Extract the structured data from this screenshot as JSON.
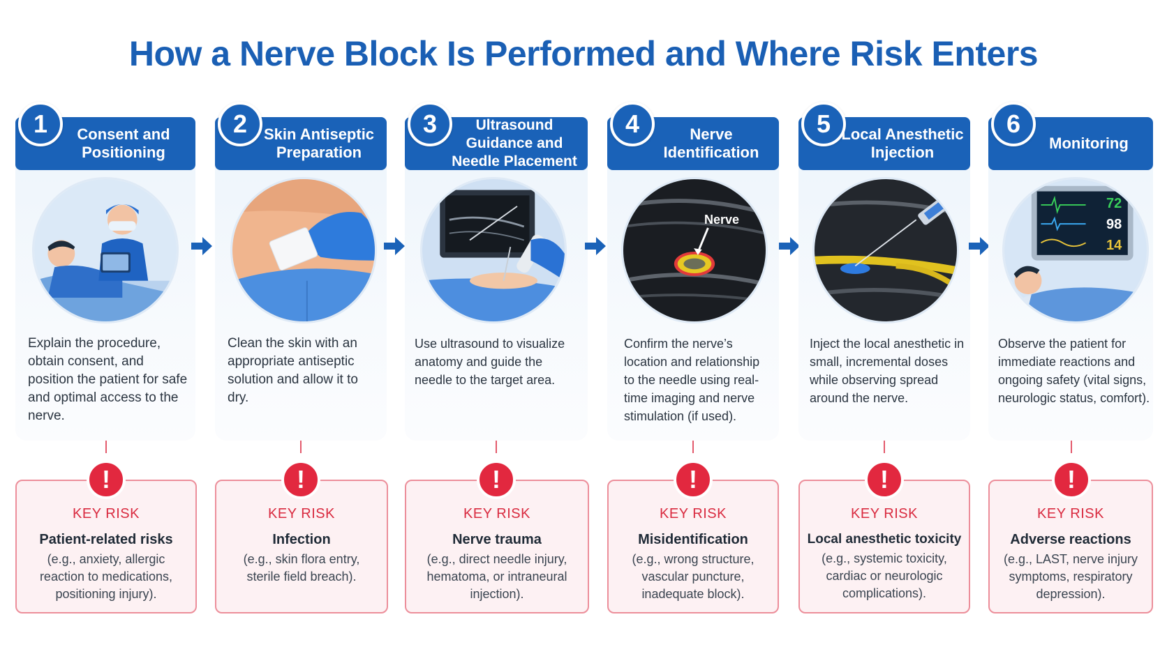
{
  "title": "How a Nerve Block Is Performed and Where Risk Enters",
  "colors": {
    "primary": "#1a62b8",
    "risk": "#e2283f",
    "risk_border": "#ec8e9a"
  },
  "steps": [
    {
      "number": "1",
      "title": "Consent and Positioning",
      "icon": "clinician-with-patient-icon",
      "description": "Explain the procedure, obtain consent, and position the patient for safe and optimal access to the nerve.",
      "risk_label": "KEY RISK",
      "risk_title": "Patient-related risks",
      "risk_text": "(e.g., anxiety, allergic reaction to medications, positioning injury)."
    },
    {
      "number": "2",
      "title": "Skin Antiseptic Preparation",
      "icon": "antiseptic-swab-icon",
      "description": "Clean the skin with an appropriate antiseptic solution and allow it to dry.",
      "risk_label": "KEY RISK",
      "risk_title": "Infection",
      "risk_text": "(e.g., skin flora entry, sterile field breach)."
    },
    {
      "number": "3",
      "title": "Ultrasound Guidance and Needle Placement",
      "icon": "ultrasound-probe-icon",
      "description": "Use ultrasound to visualize anatomy and guide the needle to the target area.",
      "risk_label": "KEY RISK",
      "risk_title": "Nerve trauma",
      "risk_text": "(e.g., direct needle injury, hematoma, or intraneural injection)."
    },
    {
      "number": "4",
      "title": "Nerve Identification",
      "icon": "ultrasound-nerve-icon",
      "image_label": "Nerve",
      "description": "Confirm the nerve’s location and relationship to the needle using real-time imaging and nerve stimulation (if used).",
      "risk_label": "KEY RISK",
      "risk_title": "Misidentification",
      "risk_text": "(e.g., wrong structure, vascular puncture, inadequate block)."
    },
    {
      "number": "5",
      "title": "Local Anesthetic Injection",
      "icon": "syringe-injection-icon",
      "description": "Inject the local anesthetic in small, incremental doses while observing spread around the nerve.",
      "risk_label": "KEY RISK",
      "risk_title": "Local anesthetic toxicity",
      "risk_text": "(e.g., systemic toxicity, cardiac or neurologic complications)."
    },
    {
      "number": "6",
      "title": "Monitoring",
      "icon": "vital-signs-monitor-icon",
      "monitor_values": [
        "72",
        "98",
        "14"
      ],
      "description": "Observe the patient for immediate reactions and ongoing safety (vital signs, neurologic status, comfort).",
      "risk_label": "KEY RISK",
      "risk_title": "Adverse reactions",
      "risk_text": "(e.g., LAST, nerve injury symptoms, respiratory depression)."
    }
  ]
}
